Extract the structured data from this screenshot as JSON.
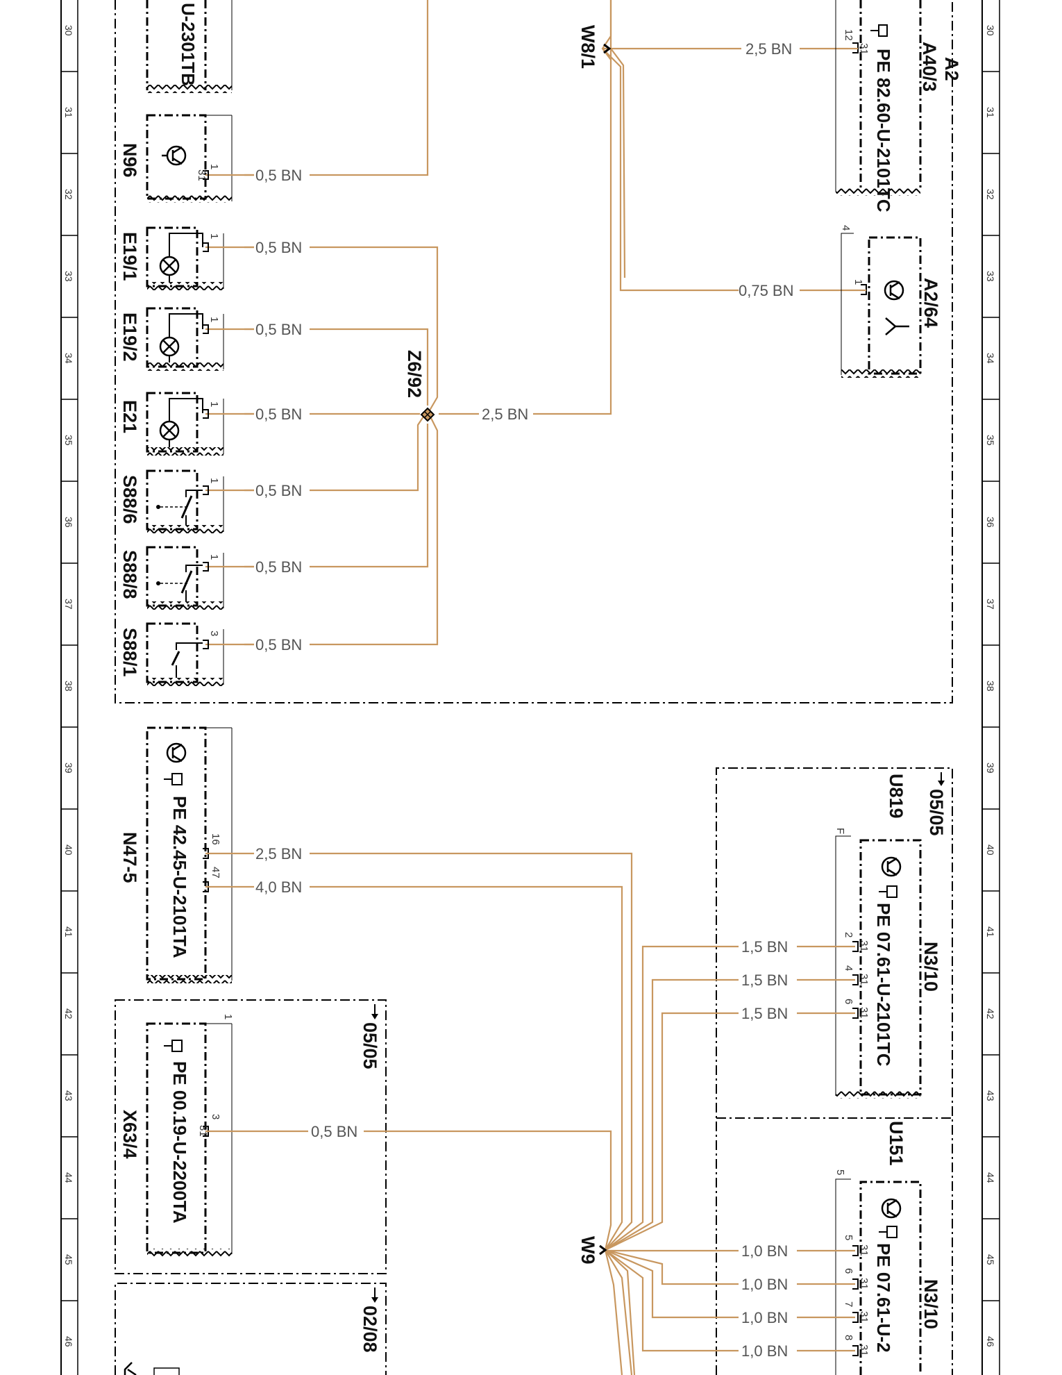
{
  "grid_numbers": [
    "30",
    "31",
    "32",
    "33",
    "34",
    "35",
    "36",
    "37",
    "38",
    "39",
    "40",
    "41",
    "42",
    "43",
    "44",
    "45",
    "46"
  ],
  "colors": {
    "wire": "#c8975f",
    "line": "#000000",
    "text": "#111111"
  },
  "upper_group": {
    "top_component": "U-2301TB",
    "components": {
      "n96": {
        "name": "N96",
        "pin": "1",
        "ground": "31",
        "wire": "0,5 BN"
      },
      "e19_1": {
        "name": "E19/1",
        "pin": "1",
        "wire": "0,5 BN"
      },
      "e19_2": {
        "name": "E19/2",
        "pin": "1",
        "wire": "0,5 BN"
      },
      "e21": {
        "name": "E21",
        "pin": "1",
        "wire": "0,5 BN"
      },
      "s88_6": {
        "name": "S88/6",
        "pin": "1",
        "wire": "0,5 BN"
      },
      "s88_8": {
        "name": "S88/8",
        "pin": "1",
        "wire": "0,5 BN"
      },
      "s88_1": {
        "name": "S88/1",
        "pin": "3",
        "wire": "0,5 BN"
      }
    },
    "splice": {
      "name": "Z6/92",
      "wire": "2,5 BN"
    },
    "ground_point": "W8/1",
    "a2": {
      "group": "A2",
      "module": "A40/3",
      "pe": "PE 82.60-U-2101TC",
      "pin": "12",
      "ground": "31",
      "wire": "2,5 BN"
    },
    "a2_64": {
      "name": "A2/64",
      "connector": "4",
      "pin": "1",
      "wire": "0,75 BN"
    }
  },
  "lower_group": {
    "n47": {
      "name": "N47-5",
      "pe": "PE 42.45-U-2101TA",
      "pins": [
        "16",
        "47"
      ],
      "wires": [
        "2,5 BN",
        "4,0 BN"
      ]
    },
    "x63": {
      "name": "X63/4",
      "pe": "PE 00.19-U-2200TA",
      "ref": "05/05",
      "connector": "1",
      "pin": "3",
      "ground": "31",
      "wire": "0,5 BN"
    },
    "ref_0208": "02/08",
    "ground_point": "W9",
    "u819": {
      "name": "U819",
      "ref": "05/05",
      "module": "N3/10",
      "pe": "PE 07.61-U-2101TC",
      "connector": "F",
      "pins": [
        "2",
        "4",
        "6"
      ],
      "ground": "31",
      "wires": [
        "1,5 BN",
        "1,5 BN",
        "1,5 BN"
      ]
    },
    "u151": {
      "name": "U151",
      "module": "N3/10",
      "pe": "PE 07.61-U-2",
      "connector": "5",
      "pins": [
        "5",
        "6",
        "7",
        "8"
      ],
      "ground": "31",
      "wires": [
        "1,0 BN",
        "1,0 BN",
        "1,0 BN",
        "1,0 BN"
      ]
    }
  }
}
